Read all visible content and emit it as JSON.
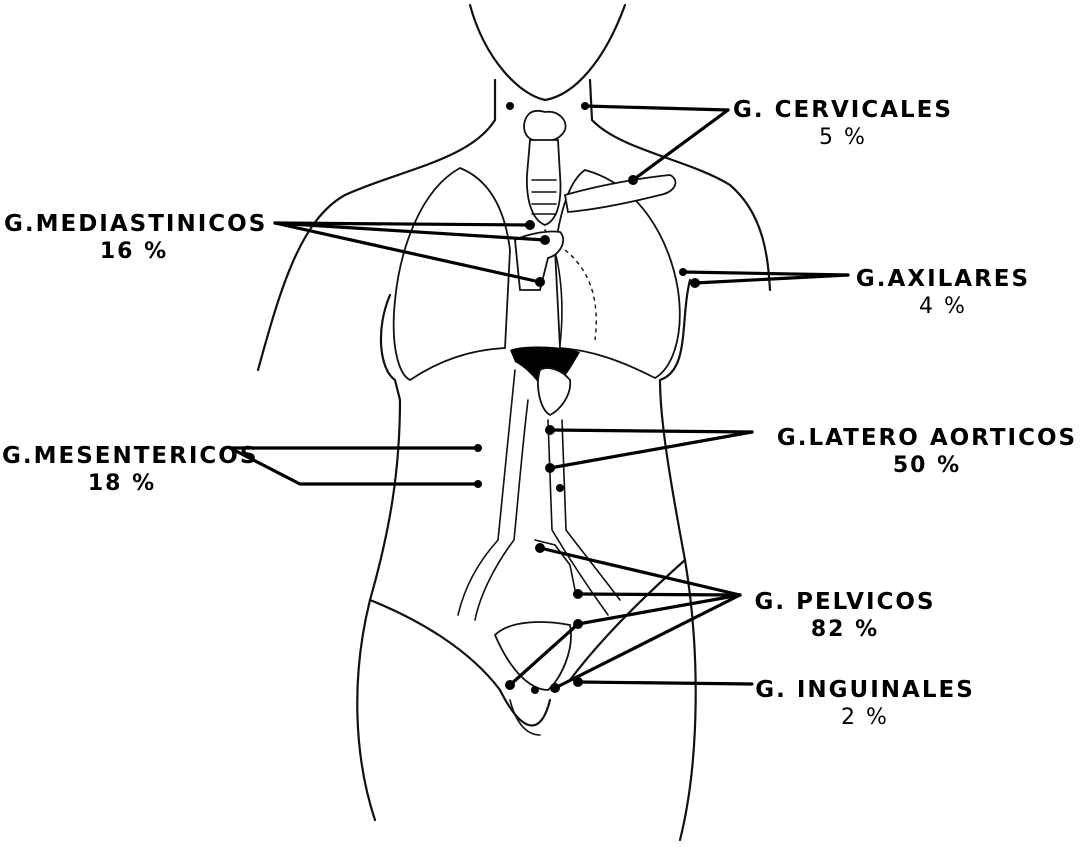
{
  "labels": {
    "cervicales": {
      "name": "G. CERVICALES",
      "percent": "5 %"
    },
    "mediastinicos": {
      "name": "G.MEDIASTINICOS",
      "percent": "16 %"
    },
    "axilares": {
      "name": "G.AXILARES",
      "percent": "4 %"
    },
    "mesentericos": {
      "name": "G.MESENTERICOS",
      "percent": "18 %"
    },
    "latero_aorticos": {
      "name": "G.LATERO AORTICOS",
      "percent": "50 %"
    },
    "pelvicos": {
      "name": "G. PELVICOS",
      "percent": "82 %"
    },
    "inguinales": {
      "name": "G. INGUINALES",
      "percent": "2 %"
    }
  }
}
